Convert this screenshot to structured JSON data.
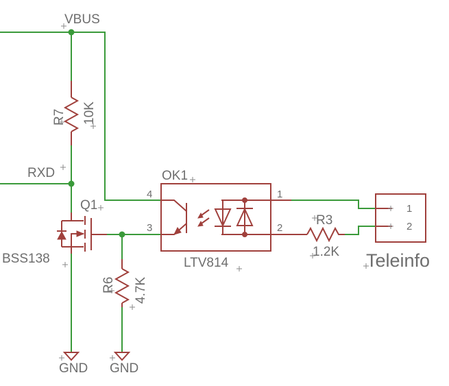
{
  "nets": {
    "vbus": "VBUS",
    "rxd": "RXD",
    "gnd_left": "GND",
    "gnd_right": "GND"
  },
  "r7": {
    "ref": "R7",
    "value": "10K"
  },
  "r6": {
    "ref": "R6",
    "value": "4.7K"
  },
  "r3": {
    "ref": "R3",
    "value": "1.2K"
  },
  "q1": {
    "ref": "Q1",
    "part": "BSS138"
  },
  "ok1": {
    "ref": "OK1",
    "part": "LTV814",
    "pin1": "1",
    "pin2": "2",
    "pin3": "3",
    "pin4": "4"
  },
  "connector": {
    "name": "Teleinfo",
    "pin1": "1",
    "pin2": "2"
  },
  "colors": {
    "wire": "#3a9a3a",
    "component": "#a0403c",
    "text": "#6e6e6e"
  }
}
